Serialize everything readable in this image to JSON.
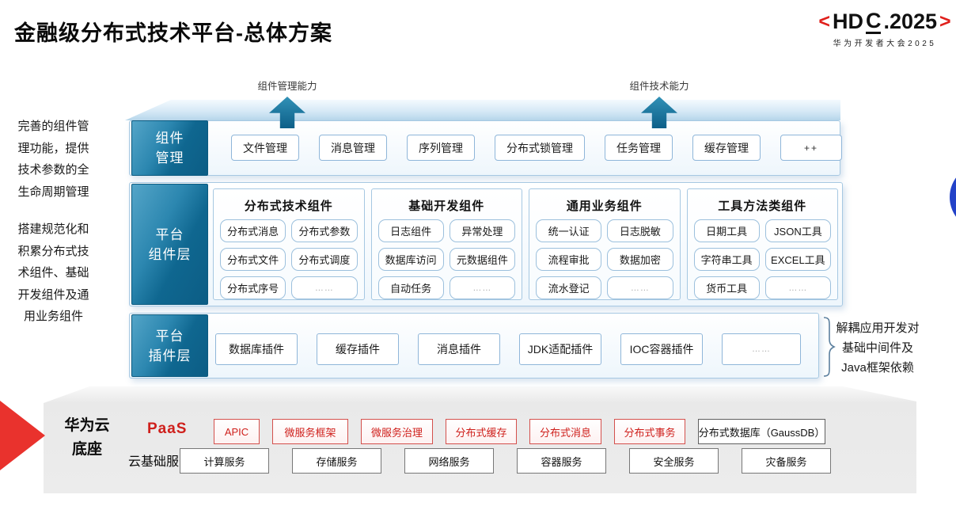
{
  "title": "金融级分布式技术平台-总体方案",
  "logo": {
    "prefix": "<",
    "hd": "HD",
    "c": "C",
    "rest": ".2025",
    "suffix": ">",
    "subtitle": "华为开发者大会2025"
  },
  "capabilities": {
    "mgmt": "组件管理能力",
    "tech": "组件技术能力"
  },
  "left_notes": {
    "note1": "完善的组件管理功能，提供技术参数的全生命周期管理",
    "note2": "搭建规范化和积累分布式技术组件、基础开发组件及通用业务组件"
  },
  "right_note": "解耦应用开发对基础中间件及Java框架依赖",
  "component_mgmt": {
    "label_lines": [
      "组件",
      "管理"
    ],
    "items": [
      "文件管理",
      "消息管理",
      "序列管理",
      "分布式锁管理",
      "任务管理",
      "缓存管理",
      "++"
    ]
  },
  "platform_components": {
    "label_lines": [
      "平台",
      "组件层"
    ],
    "columns": [
      {
        "header": "分布式技术组件",
        "cells": [
          "分布式消息",
          "分布式参数",
          "分布式文件",
          "分布式调度",
          "分布式序号",
          "……"
        ]
      },
      {
        "header": "基础开发组件",
        "cells": [
          "日志组件",
          "异常处理",
          "数据库访问",
          "元数据组件",
          "自动任务",
          "……"
        ]
      },
      {
        "header": "通用业务组件",
        "cells": [
          "统一认证",
          "日志脱敏",
          "流程审批",
          "数据加密",
          "流水登记",
          "……"
        ]
      },
      {
        "header": "工具方法类组件",
        "cells": [
          "日期工具",
          "JSON工具",
          "字符串工具",
          "EXCEL工具",
          "货币工具",
          "……"
        ]
      }
    ]
  },
  "platform_plugins": {
    "label_lines": [
      "平台",
      "插件层"
    ],
    "items": [
      "数据库插件",
      "缓存插件",
      "消息插件",
      "JDK适配插件",
      "IOC容器插件",
      "……"
    ]
  },
  "cloud_base": {
    "label_lines": [
      "华为云",
      "底座"
    ],
    "paas_label": "PaaS",
    "paas_items": [
      "APIC",
      "微服务框架",
      "微服务治理",
      "分布式缓存",
      "分布式消息",
      "分布式事务"
    ],
    "paas_db": "分布式数据库（GaussDB）",
    "iaas_label": "云基础服务",
    "iaas_items": [
      "计算服务",
      "存储服务",
      "网络服务",
      "容器服务",
      "安全服务",
      "灾备服务"
    ]
  },
  "colors": {
    "accent_teal": "#0d5f88",
    "accent_red": "#cf201c",
    "panel_gray": "#ececec",
    "blue_circle": "#2342c8"
  }
}
